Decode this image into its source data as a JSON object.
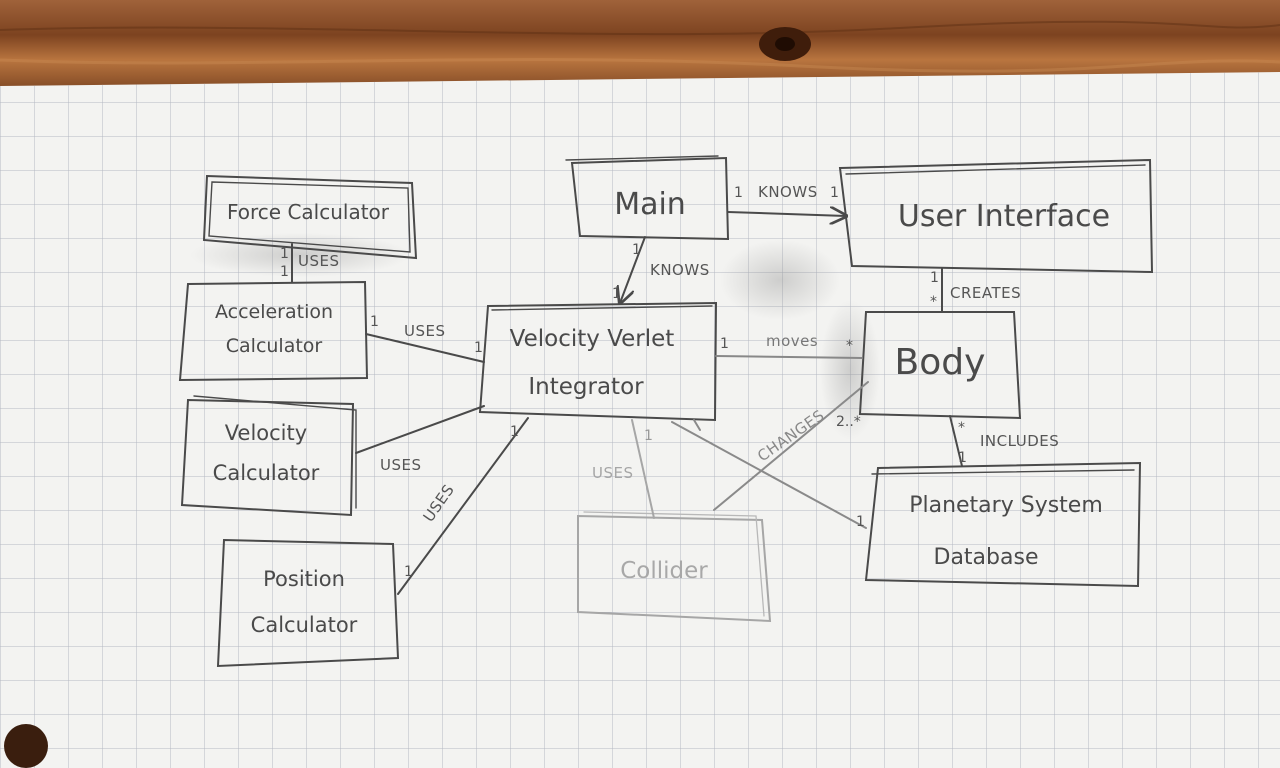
{
  "boxes": {
    "force_calculator": "Force Calculator",
    "acceleration_calculator": [
      "Acceleration",
      "Calculator"
    ],
    "velocity_calculator": [
      "Velocity",
      "Calculator"
    ],
    "position_calculator": [
      "Position",
      "Calculator"
    ],
    "main": "Main",
    "user_interface": "User Interface",
    "velocity_verlet_integrator": [
      "Velocity Verlet",
      "Integrator"
    ],
    "body": "Body",
    "collider": "Collider",
    "planetary_system_database": [
      "Planetary System",
      "Database"
    ]
  },
  "relations": {
    "main_ui": {
      "label": "KNOWS",
      "mult_from": "1",
      "mult_to": "1"
    },
    "main_vvi": {
      "label": "KNOWS",
      "mult_from": "1",
      "mult_to": "1"
    },
    "ui_body": {
      "label": "CREATES",
      "mult_from": "1",
      "mult_to": "*"
    },
    "force_accel": {
      "label": "USES",
      "mult_from": "1",
      "mult_to": "1"
    },
    "accel_vvi": {
      "label": "USES",
      "mult_from": "1",
      "mult_to": "1"
    },
    "velocity_vvi": {
      "label": "USES"
    },
    "position_vvi": {
      "label": "USES",
      "mult_from": "1",
      "mult_to": "1"
    },
    "vvi_body": {
      "label": "moves",
      "mult_from": "1",
      "mult_to": "*"
    },
    "vvi_collider": {
      "label": "USES",
      "mult_from": "1"
    },
    "collider_body": {
      "label": "CHANGES",
      "mult_to": "2..*"
    },
    "body_planetary": {
      "label": "INCLUDES",
      "mult_from": "*",
      "mult_to": "1"
    },
    "vvi_planetary": {
      "mult_to": "1"
    }
  },
  "colors": {
    "wood": "#8a5a32",
    "paper": "#f3f3f1",
    "grid": "#b9bcc4",
    "pencil": "#4a4a4a",
    "faint_pencil": "#a0a0a0"
  }
}
